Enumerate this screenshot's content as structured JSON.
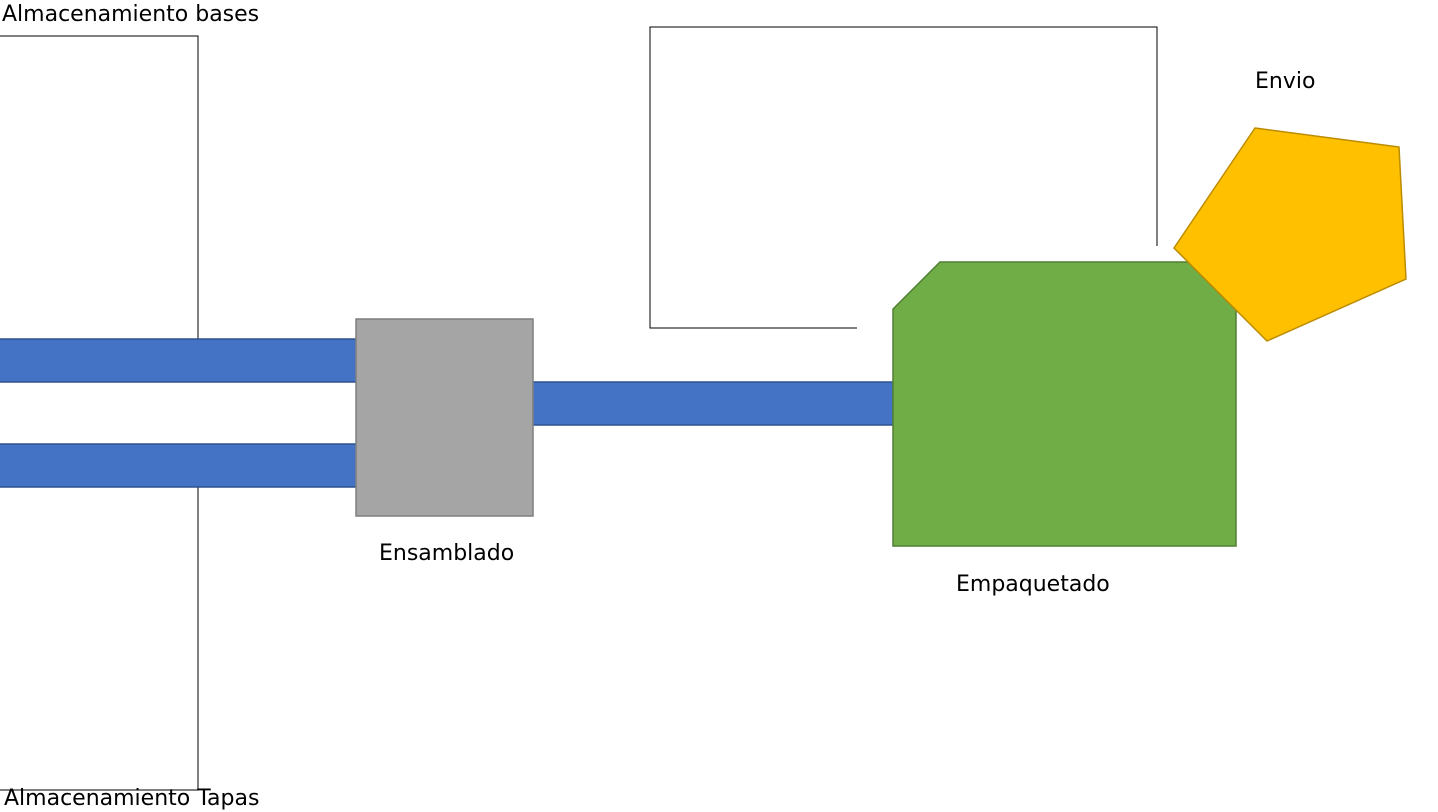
{
  "labels": {
    "storage_bases": "Almacenamiento bases",
    "storage_tapas": "Almacenamiento Tapas",
    "assembly": "Ensamblado",
    "packaging": "Empaquetado",
    "shipping": "Envio"
  },
  "colors": {
    "conveyor": "#4472C4",
    "conveyor_edge": "#2F528F",
    "assembly": "#A5A5A5",
    "assembly_edge": "#7F7F7F",
    "packaging": "#70AD47",
    "packaging_edge": "#507E32",
    "shipping": "#FFC000",
    "shipping_edge": "#BC8C00",
    "outline": "#000000"
  }
}
